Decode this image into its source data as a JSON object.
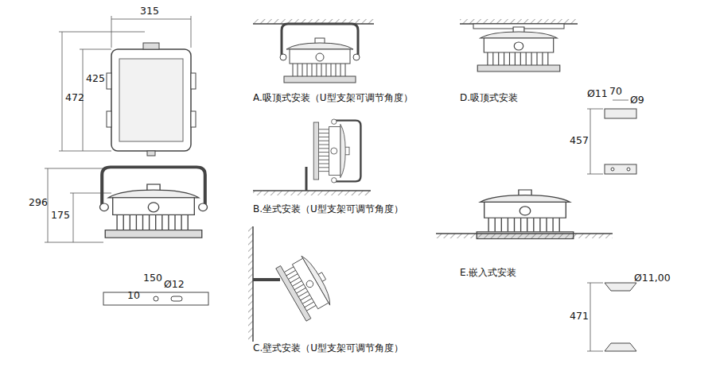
{
  "diagram": {
    "labels": [
      "315",
      "425",
      "472",
      "296",
      "175",
      "150",
      "Ø12",
      "10",
      "A.吸顶式安装（U型支架可调节角度）",
      "B.坐式安装（U型支架可调节角度）",
      "C.壁式安装（U型支架可调节角度）",
      "D.吸顶式安装",
      "E.嵌入式安装",
      "Ø11",
      "70",
      "Ø9",
      "457",
      "Ø11,00",
      "471"
    ]
  }
}
